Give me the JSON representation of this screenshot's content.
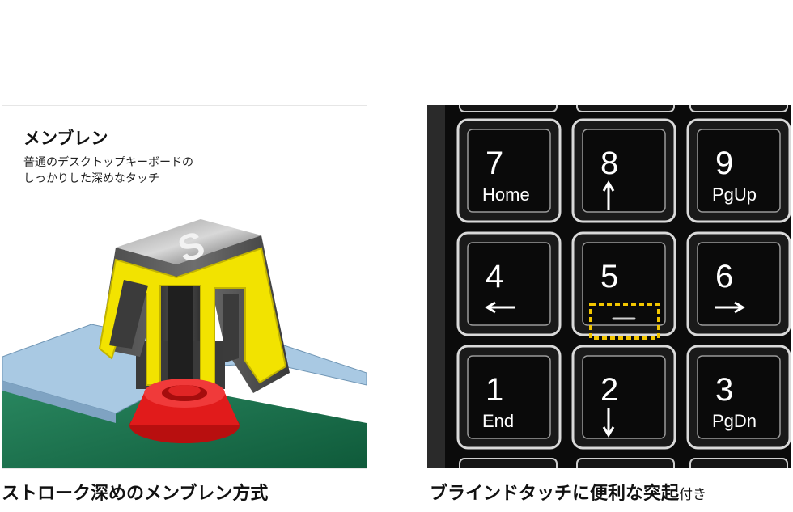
{
  "left": {
    "heading": "メンブレン",
    "description_lines": [
      "普通のデスクトップキーボードの",
      "しっかりした深めなタッチ"
    ],
    "keycap_letter": "S",
    "caption": "ストローク深めのメンブレン方式"
  },
  "right": {
    "caption_main": "ブラインドタッチに便利な突起",
    "caption_suffix": "付き",
    "keys": [
      {
        "digit": "7",
        "label": "Home",
        "arrow": ""
      },
      {
        "digit": "8",
        "label": "",
        "arrow": "up"
      },
      {
        "digit": "9",
        "label": "PgUp",
        "arrow": ""
      },
      {
        "digit": "4",
        "label": "",
        "arrow": "left"
      },
      {
        "digit": "5",
        "label": "",
        "arrow": ""
      },
      {
        "digit": "6",
        "label": "",
        "arrow": "right"
      },
      {
        "digit": "1",
        "label": "End",
        "arrow": ""
      },
      {
        "digit": "2",
        "label": "",
        "arrow": "down"
      },
      {
        "digit": "3",
        "label": "PgDn",
        "arrow": ""
      }
    ]
  },
  "colors": {
    "pcb_green": "#1e7a55",
    "plate_blue": "#9fc2df",
    "keycap_gray": "#6f6f6f",
    "yellow_outline": "#f2e300",
    "rubber_dome_red": "#e11b1b",
    "bump_highlight": "#f3c600"
  }
}
